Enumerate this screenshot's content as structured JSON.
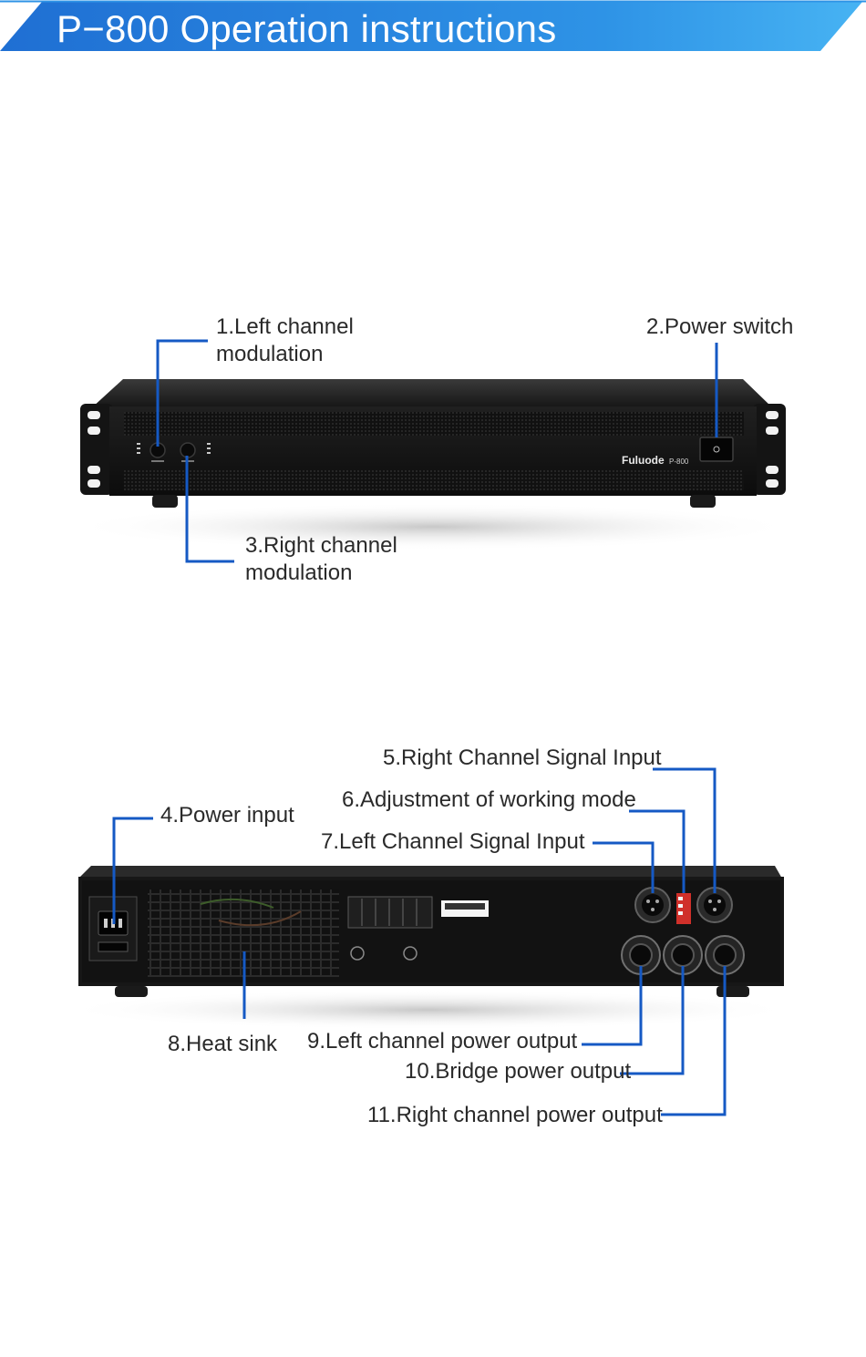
{
  "header": {
    "title": "P−800 Operation instructions"
  },
  "front_panel": {
    "brand": "Fuluode",
    "model": "P-800",
    "callouts": [
      {
        "number": "1",
        "line1": "1.Left channel",
        "line2": "modulation"
      },
      {
        "number": "2",
        "line1": "2.Power switch"
      },
      {
        "number": "3",
        "line1": "3.Right channel",
        "line2": "modulation"
      }
    ]
  },
  "rear_panel": {
    "callouts": [
      {
        "number": "4",
        "text": "4.Power input"
      },
      {
        "number": "5",
        "text": "5.Right Channel Signal Input"
      },
      {
        "number": "6",
        "text": "6.Adjustment of working mode"
      },
      {
        "number": "7",
        "text": "7.Left Channel Signal Input"
      },
      {
        "number": "8",
        "text": "8.Heat sink"
      },
      {
        "number": "9",
        "text": "9.Left channel power output"
      },
      {
        "number": "10",
        "text": "10.Bridge power output"
      },
      {
        "number": "11",
        "text": "11.Right channel power output"
      }
    ]
  },
  "colors": {
    "banner_dark": "#1c6fd6",
    "banner_light": "#3ea6ee",
    "callout_line": "#1559c4",
    "chassis": "#1b1b1b"
  }
}
